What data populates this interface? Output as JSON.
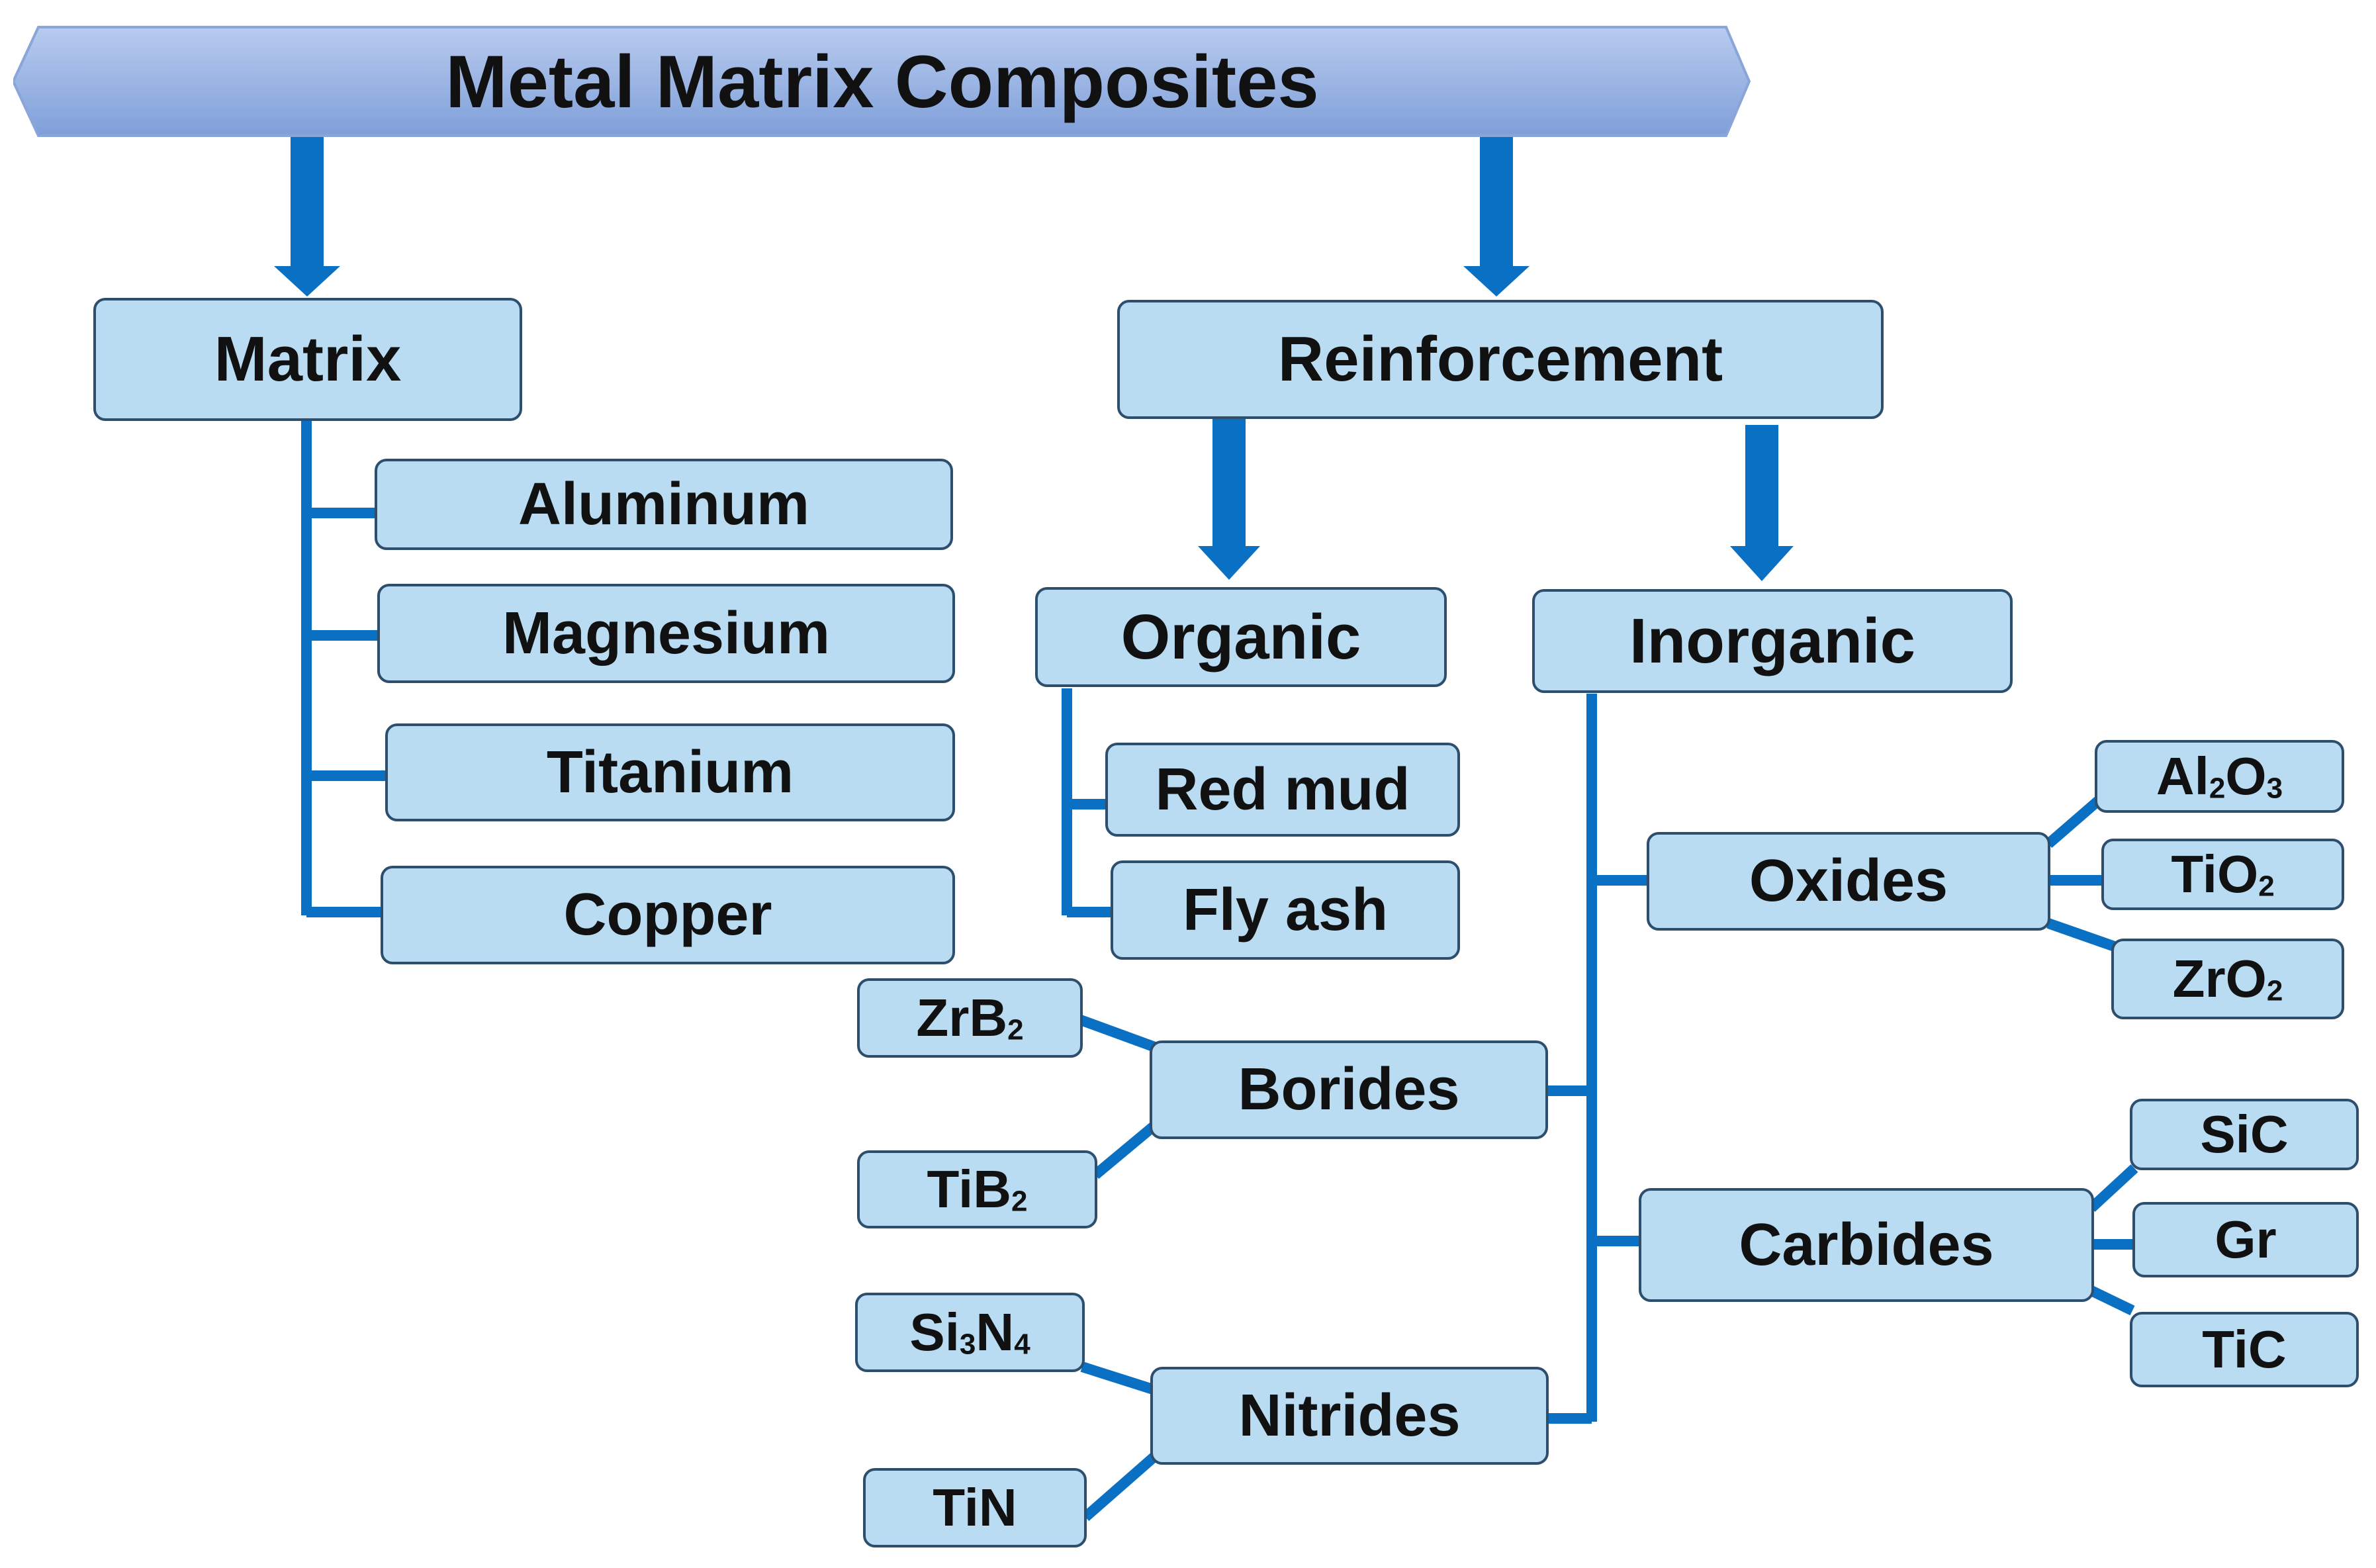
{
  "title": "Metal Matrix Composites",
  "matrix": {
    "label": "Matrix",
    "items": [
      "Aluminum",
      "Magnesium",
      "Titanium",
      "Copper"
    ]
  },
  "reinforcement": {
    "label": "Reinforcement",
    "organic": {
      "label": "Organic",
      "items": [
        "Red mud",
        "Fly ash"
      ]
    },
    "inorganic": {
      "label": "Inorganic",
      "oxides": {
        "label": "Oxides",
        "items": [
          "Al2O3",
          "TiO2",
          "ZrO2"
        ]
      },
      "carbides": {
        "label": "Carbides",
        "items": [
          "SiC",
          "Gr",
          "TiC"
        ]
      },
      "borides": {
        "label": "Borides",
        "items": [
          "ZrB2",
          "TiB2"
        ]
      },
      "nitrides": {
        "label": "Nitrides",
        "items": [
          "Si3N4",
          "TiN"
        ]
      }
    }
  },
  "colors": {
    "box_fill": "#b9dcf2",
    "box_border": "#2e4e6e",
    "connector": "#0a70c4",
    "banner_fill_top": "#a9bfe8",
    "banner_fill_bottom": "#7d9dd8"
  }
}
